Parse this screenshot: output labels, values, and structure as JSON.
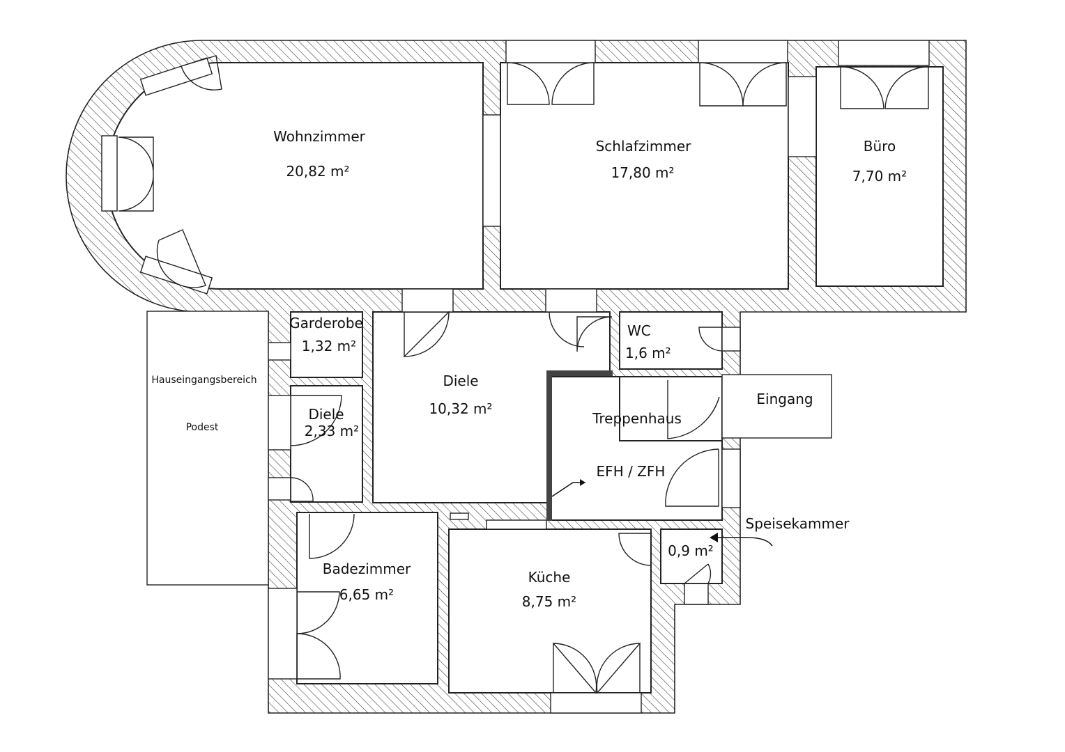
{
  "rooms": {
    "wohnzimmer": {
      "name": "Wohnzimmer",
      "area": "20,82 m²"
    },
    "schlafzimmer": {
      "name": "Schlafzimmer",
      "area": "17,80 m²"
    },
    "buero": {
      "name": "Büro",
      "area": "7,70 m²"
    },
    "garderobe": {
      "name": "Garderobe",
      "area": "1,32 m²"
    },
    "wc": {
      "name": "WC",
      "area": "1,6 m²"
    },
    "diele_main": {
      "name": "Diele",
      "area": "10,32 m²"
    },
    "diele_small": {
      "name": "Diele",
      "area": "2,33 m²"
    },
    "treppenhaus": {
      "name": "Treppenhaus"
    },
    "eingang": {
      "name": "Eingang"
    },
    "efh": {
      "name": "EFH / ZFH"
    },
    "hauseingang": {
      "name": "Hauseingangsbereich",
      "sub": "Podest"
    },
    "badezimmer": {
      "name": "Badezimmer",
      "area": "6,65 m²"
    },
    "kueche": {
      "name": "Küche",
      "area": "8,75 m²"
    },
    "speisekammer": {
      "name": "Speisekammer",
      "area": "0,9 m²"
    }
  }
}
